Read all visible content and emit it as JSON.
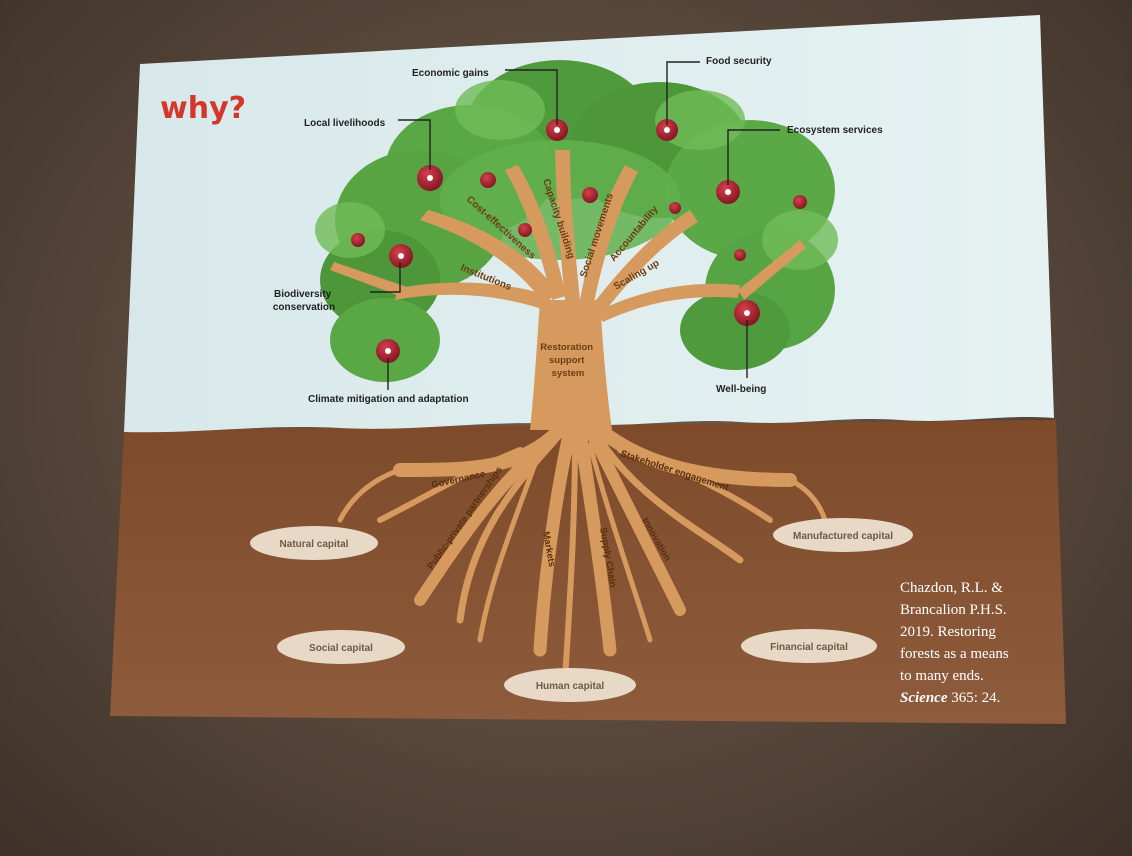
{
  "slide": {
    "question": "why?",
    "trunk_label": [
      "Restoration",
      "support",
      "system"
    ],
    "benefits": [
      "Economic gains",
      "Food security",
      "Local livelihoods",
      "Ecosystem services",
      "Biodiversity\nconservation",
      "Climate mitigation and adaptation",
      "Well-being"
    ],
    "branches": [
      "Cost-effectiveness",
      "Capacity building",
      "Social movements",
      "Accountability",
      "Institutions",
      "Scaling up"
    ],
    "roots": [
      "Governance",
      "Public-private partnerships",
      "Markets",
      "Supply Chain",
      "Innovation",
      "Stakeholder engagement"
    ],
    "capitals": [
      "Natural capital",
      "Manufactured capital",
      "Social capital",
      "Financial capital",
      "Human capital"
    ],
    "citation": {
      "lines": [
        "Chazdon, R.L. &",
        "Brancalion P.H.S.",
        "2019. Restoring",
        "forests as a means",
        "to many ends."
      ],
      "journal": "Science",
      "ref": " 365: 24."
    },
    "colors": {
      "sky": "#dcecef",
      "soil": "#7a4a2c",
      "trunk": "#d69a5e",
      "foliage": "#4f9a3c",
      "fruit": "#a5222f",
      "question": "#d4362b"
    }
  }
}
